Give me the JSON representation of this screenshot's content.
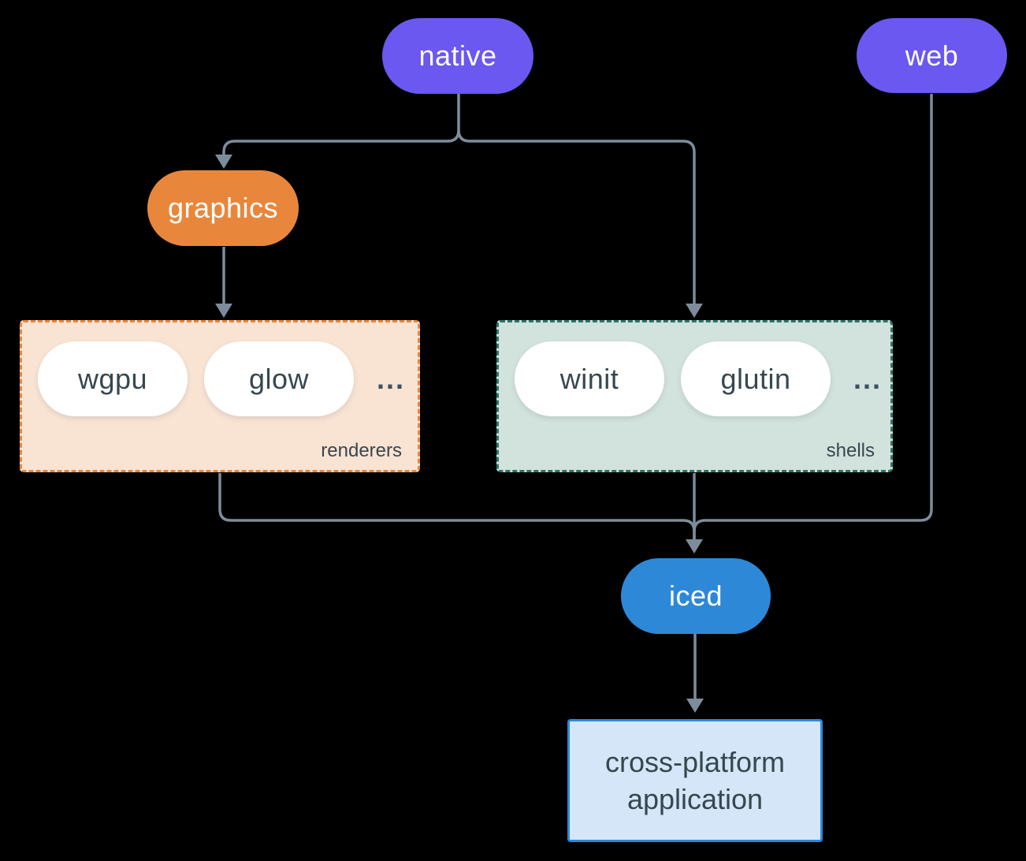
{
  "nodes": {
    "native": {
      "label": "native",
      "color": "#6a58f0"
    },
    "web": {
      "label": "web",
      "color": "#6a58f0"
    },
    "graphics": {
      "label": "graphics",
      "color": "#e8873c"
    },
    "iced": {
      "label": "iced",
      "color": "#2d89d8"
    },
    "application": {
      "line1": "cross-platform",
      "line2": "application",
      "fill": "#d4e6f7",
      "border_color": "#2d89d8"
    }
  },
  "groups": {
    "renderers": {
      "label": "renderers",
      "items": [
        "wgpu",
        "glow"
      ],
      "ellipsis": "...",
      "fill": "#f9e3d3",
      "border_color": "#e8873c"
    },
    "shells": {
      "label": "shells",
      "items": [
        "winit",
        "glutin"
      ],
      "ellipsis": "...",
      "fill": "#d2e2dc",
      "border_color": "#2b7568"
    }
  },
  "edges": [
    {
      "from": "native",
      "to": "graphics"
    },
    {
      "from": "native",
      "to": "shells"
    },
    {
      "from": "graphics",
      "to": "renderers"
    },
    {
      "from": "renderers",
      "to": "iced"
    },
    {
      "from": "shells",
      "to": "iced"
    },
    {
      "from": "web",
      "to": "iced"
    },
    {
      "from": "iced",
      "to": "application"
    }
  ],
  "colors": {
    "background": "#000000",
    "connector": "#7d8c9b",
    "dark_text": "#37474f",
    "pill_text_light": "#ffffff"
  }
}
